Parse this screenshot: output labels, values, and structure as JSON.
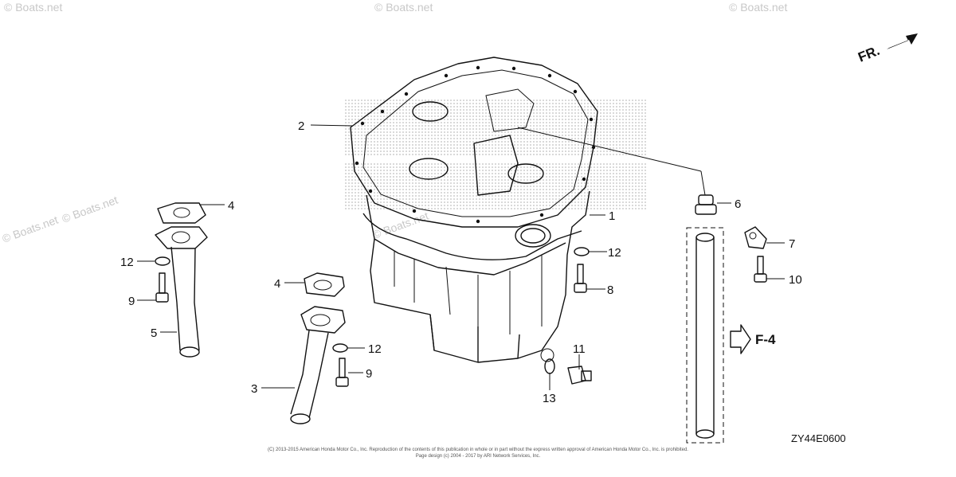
{
  "watermarks": [
    "© Boats.net",
    "© Boats.net",
    "© Boats.net",
    "© Boats.net",
    "© Boats.net",
    "© Boats.net"
  ],
  "direction": {
    "label": "FR."
  },
  "callouts": {
    "c1": "1",
    "c2": "2",
    "c3": "3",
    "c4a": "4",
    "c4b": "4",
    "c5": "5",
    "c6": "6",
    "c7": "7",
    "c8": "8",
    "c9a": "9",
    "c9b": "9",
    "c10": "10",
    "c11": "11",
    "c12a": "12",
    "c12b": "12",
    "c12c": "12",
    "c13": "13"
  },
  "reference": {
    "label": "F-4"
  },
  "diagram_code": "ZY44E0600",
  "copyright": {
    "line1": "(C) 2013-2015 American Honda Motor Co., Inc. Reproduction of the contents of this publication in whole or in part without the express written approval of American Honda Motor Co., Inc. is prohibited.",
    "line2": "Page design (c) 2004 - 2017 by ARI Network Services, Inc."
  }
}
